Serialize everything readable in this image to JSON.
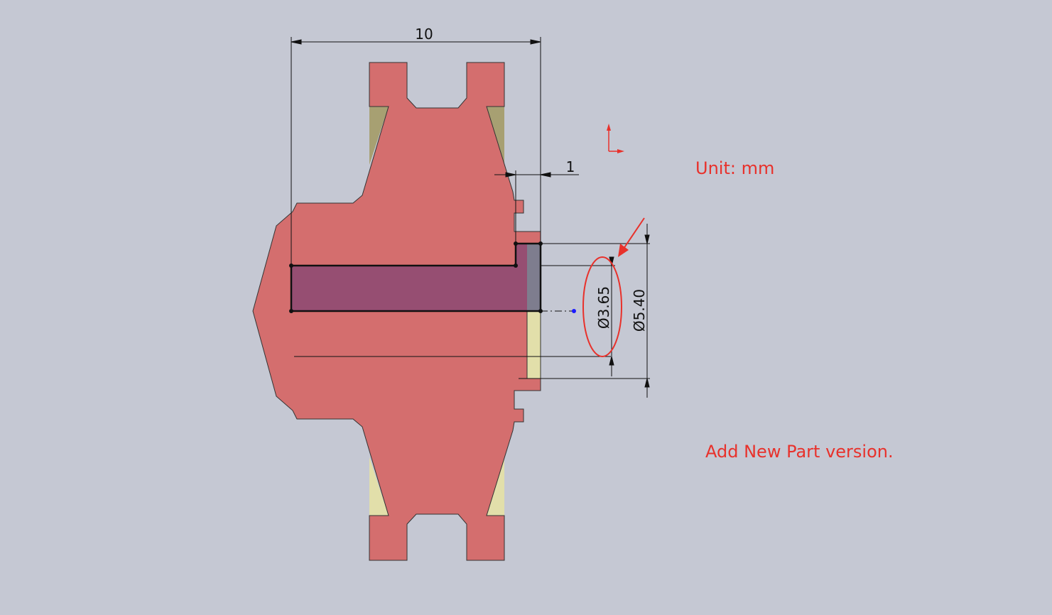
{
  "drawing": {
    "dimensions": {
      "overall_length": "10",
      "step_length": "1",
      "inner_diameter": "Ø3.65",
      "outer_diameter": "Ø5.40"
    },
    "notes": {
      "unit": "Unit: mm",
      "version": "Add New Part version."
    },
    "colors": {
      "background": "#c5c8d3",
      "part": "#d46e6e",
      "bore": "#964e72",
      "insert": "#7e7d8e",
      "khaki": "#a7a072",
      "pale": "#e2dfaa",
      "annotation": "#e8312b"
    }
  }
}
